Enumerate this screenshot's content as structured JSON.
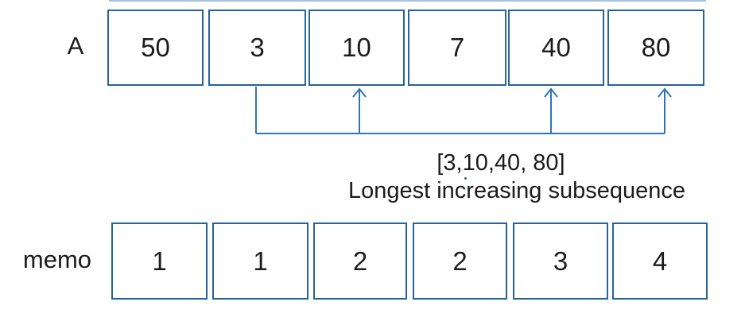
{
  "diagram": {
    "description": "Longest increasing subsequence memoization diagram",
    "colors": {
      "box_border": "#26639A",
      "connector": "#2E75B6",
      "text": "#1c1c1c"
    },
    "array_a": {
      "label": "A",
      "values": [
        "50",
        "3",
        "10",
        "7",
        "40",
        "80"
      ]
    },
    "memo": {
      "label": "memo",
      "values": [
        "1",
        "1",
        "2",
        "2",
        "3",
        "4"
      ]
    },
    "subsequence": {
      "highlighted_values": "[3,10,40, 80]",
      "caption": "Longest increasing subsequence",
      "path_from_value": "3",
      "path_to_values": [
        "10",
        "40",
        "80"
      ]
    }
  }
}
